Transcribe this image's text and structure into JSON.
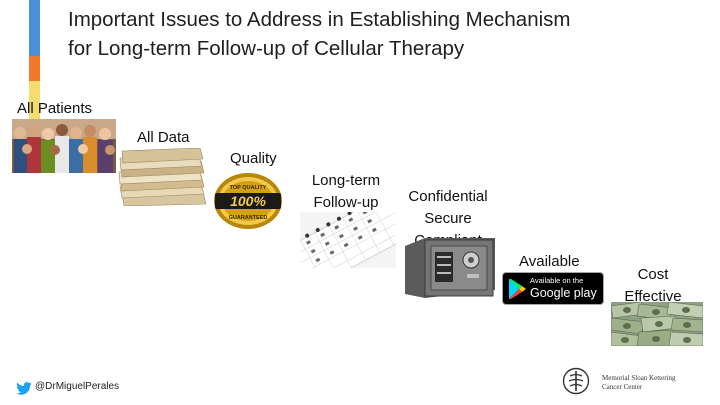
{
  "slide": {
    "title_line1": "Important Issues to Address in Establishing Mechanism",
    "title_line2": "for Long-term Follow-up of Cellular Therapy"
  },
  "steps": {
    "all_patients": "All Patients",
    "all_data": "All Data",
    "quality": "Quality",
    "long_term_line1": "Long-term",
    "long_term_line2": "Follow-up",
    "confidential_line1": "Confidential",
    "confidential_line2": "Secure",
    "confidential_line3": "Compliant",
    "available": "Available",
    "cost_line1": "Cost",
    "cost_line2": "Effective"
  },
  "badge": {
    "top_text": "TOP QUALITY",
    "percent": "100%",
    "bottom_text": "GUARANTEED"
  },
  "google_play": {
    "line1": "Available on the",
    "line2": "Google play"
  },
  "footer": {
    "twitter_handle": "@DrMiguelPerales",
    "org_line1": "Memorial Sloan Kettering",
    "org_line2": "Cancer Center"
  },
  "colors": {
    "accent_blue": "#4a90d9",
    "accent_orange": "#f07a2a",
    "accent_yellow": "#f5dc6e",
    "badge_gold": "#d4a017",
    "twitter_blue": "#1da1f2"
  }
}
